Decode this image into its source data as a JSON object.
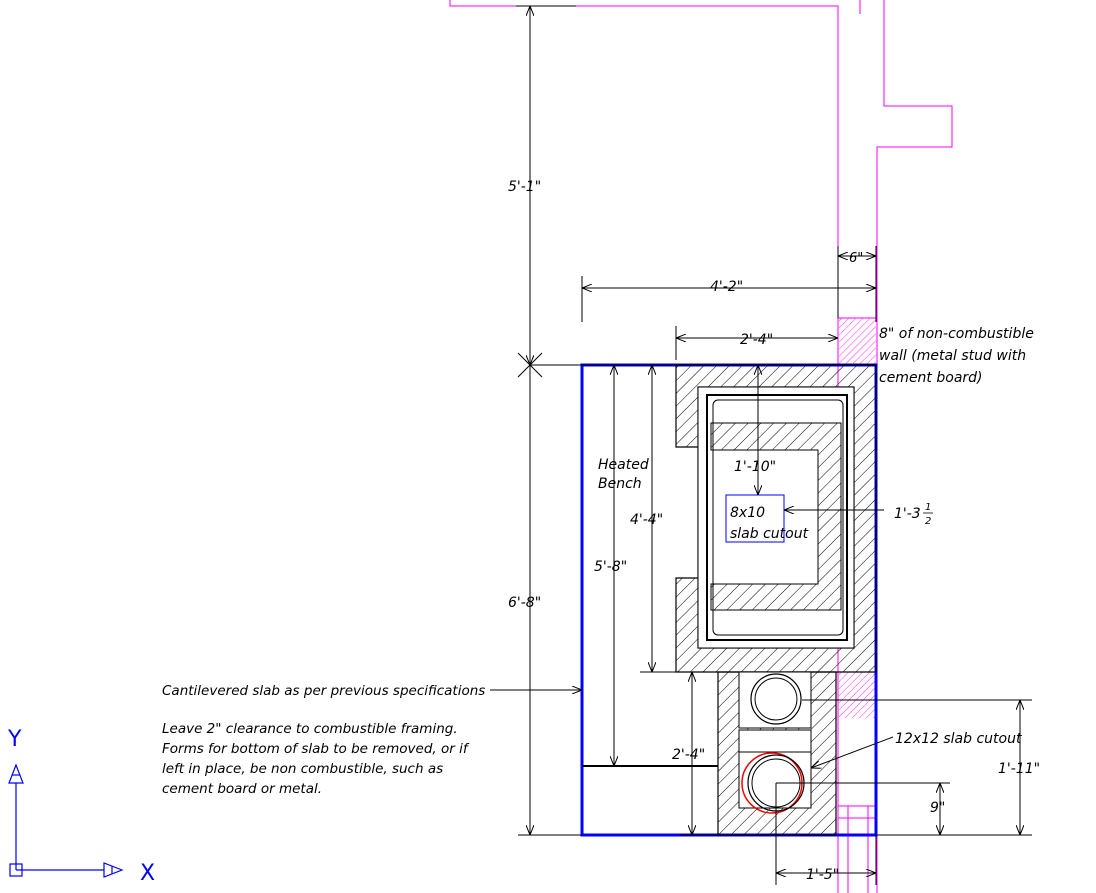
{
  "dimensions": {
    "top_vertical": "5'-1\"",
    "overall_vertical": "6'-8\"",
    "bench_height": "5'-8\"",
    "inner_height": "4'-4\"",
    "overall_width": "4'-2\"",
    "firebox_width": "2'-4\"",
    "wall_gap": "6\"",
    "inner_firebox": "1'-10\"",
    "side_offset_whole": "1'-3",
    "side_offset_num": "1",
    "side_offset_den": "2",
    "lower_height": "2'-4\"",
    "right_vertical": "1'-11\"",
    "small_vertical": "9\"",
    "bottom_horizontal": "1'-5\""
  },
  "labels": {
    "heated_bench_line1": "Heated",
    "heated_bench_line2": "Bench",
    "slab_cutout_small_line1": "8x10",
    "slab_cutout_small_line2": "slab cutout",
    "slab_cutout_large": "12x12 slab cutout",
    "wall_note_line1": "8\" of non-combustible",
    "wall_note_line2": "wall (metal stud with",
    "wall_note_line3": "cement board)",
    "slab_note": "Cantilevered slab as per previous specifications",
    "clearance_note_line1": "Leave 2\" clearance to combustible framing.",
    "clearance_note_line2": "Forms for bottom of slab to be removed, or if",
    "clearance_note_line3": "left in place, be non combustible, such as",
    "clearance_note_line4": "cement board or metal."
  },
  "ucs": {
    "x_label": "X",
    "y_label": "Y"
  },
  "colors": {
    "outline": "#0000ff",
    "wall": "#ff00ff",
    "flue": "#ff0000",
    "lines": "#000000",
    "background": "#ffffff"
  }
}
